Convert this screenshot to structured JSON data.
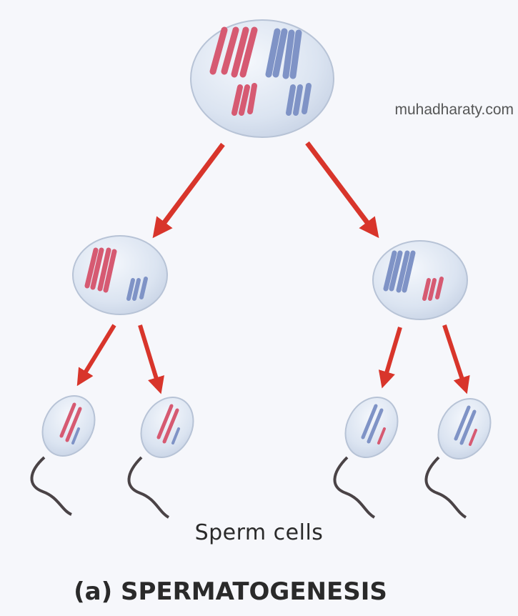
{
  "diagram": {
    "sperm_label": "Sperm cells",
    "title": "(a) SPERMATOGENESIS",
    "watermark": "muhadharaty.com",
    "colors": {
      "background": "#f6f7fb",
      "cell_fill": "#dbe4f1",
      "cell_edge": "#b7c3d6",
      "arrow": "#d8352b",
      "maternal_chromosome": "#d65a72",
      "paternal_chromosome": "#7f93c6",
      "tail": "#4a4346",
      "text": "#2a2a2a"
    }
  }
}
